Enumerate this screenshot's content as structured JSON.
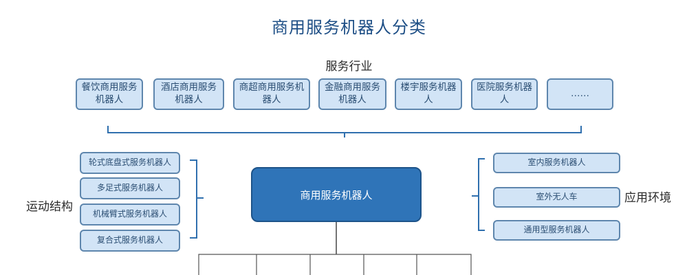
{
  "title": "商用服务机器人分类",
  "labels": {
    "industry": "服务行业",
    "motion": "运动结构",
    "environment": "应用环境"
  },
  "center": "商用服务机器人",
  "industry_items": [
    "餐饮商用服务机器人",
    "酒店商用服务机器人",
    "商超商用服务机器人",
    "金融商用服务机器人",
    "楼宇服务机器人",
    "医院服务机器人",
    "……"
  ],
  "motion_items": [
    "轮式底盘式服务机器人",
    "多足式服务机器人",
    "机械臂式服务机器人",
    "复合式服务机器人"
  ],
  "environment_items": [
    "室内服务机器人",
    "室外无人车",
    "通用型服务机器人"
  ],
  "colors": {
    "box_fill": "#d2e4f6",
    "box_border": "#5e86ad",
    "center_fill": "#2f74b8",
    "title": "#1e4f86"
  }
}
